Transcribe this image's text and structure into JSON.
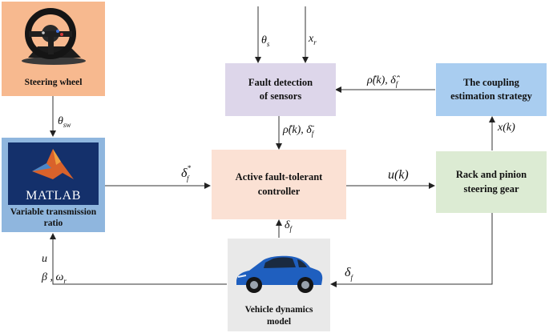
{
  "blocks": {
    "steering_wheel": {
      "label": "Steering wheel",
      "color": "#f7b98f"
    },
    "matlab": {
      "logo_text": "MATLAB",
      "label_line1": "Variable transmission",
      "label_line2": "ratio",
      "color": "#8fb6de"
    },
    "fault_detection": {
      "line1": "Fault detection",
      "line2": "of sensors",
      "color": "#ddd6ea"
    },
    "coupling": {
      "line1": "The coupling",
      "line2": "estimation strategy",
      "color": "#a9cdf0"
    },
    "controller": {
      "line1": "Active fault-tolerant",
      "line2": "controller",
      "color": "#fbe1d4"
    },
    "rack": {
      "line1": "Rack and pinion",
      "line2": "steering gear",
      "color": "#dcebd3"
    },
    "vehicle": {
      "line1": "Vehicle dynamics",
      "line2": "model",
      "color": "#e9e9e9"
    }
  },
  "signals": {
    "theta_s": {
      "base": "θ",
      "sub": "s"
    },
    "x_r": {
      "base": "x",
      "sub": "r"
    },
    "theta_sw": {
      "base": "θ",
      "sub": "sw"
    },
    "rho_delta_hat": {
      "text": "ρ̂(k),  δ̂",
      "sub": "f"
    },
    "rho_delta_bar": {
      "text": "ρ̂(k), δ̄",
      "sub": "f"
    },
    "x_k": {
      "text": "x(k)"
    },
    "delta_star": {
      "base": "δ",
      "sup": "*",
      "sub": "f"
    },
    "u_k": {
      "text": "u(k)"
    },
    "delta_f_up": {
      "base": "δ",
      "sub": "f"
    },
    "delta_f_right": {
      "base": "δ",
      "sub": "f"
    },
    "u": {
      "text": "u"
    },
    "beta_omega": {
      "base": "β , ω",
      "sub": "r"
    }
  }
}
